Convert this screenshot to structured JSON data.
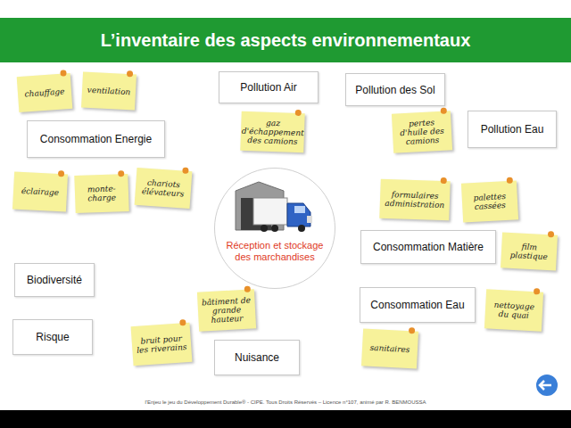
{
  "diagram": {
    "title": "L’inventaire des aspects environnementaux",
    "nodes": [
      {
        "text": [
          "chauffage"
        ]
      },
      {
        "text": [
          "ventilation"
        ]
      },
      {
        "text": [
          "Pollution Air"
        ]
      },
      {
        "text": [
          "Pollution des Sol"
        ]
      },
      {
        "text": [
          "gaz d'échappement des camions"
        ]
      },
      {
        "text": [
          "pertes d'huile des camions"
        ]
      },
      {
        "text": [
          "Pollution Eau"
        ]
      },
      {
        "text": [
          "Consommation Energie"
        ]
      },
      {
        "text": [
          "éclairage"
        ]
      },
      {
        "text": [
          "monte-charge"
        ]
      },
      {
        "text": [
          "chariots élévateurs"
        ]
      },
      {
        "text": [
          "Réception et stockage des marchandises"
        ]
      },
      {
        "text": [
          "formulaires administration"
        ]
      },
      {
        "text": [
          "palettes cassées"
        ]
      },
      {
        "text": [
          "Consommation Matière"
        ]
      },
      {
        "text": [
          "film plastique"
        ]
      },
      {
        "text": [
          "Biodiversité"
        ]
      },
      {
        "text": [
          "bâtiment de grande hauteur"
        ]
      },
      {
        "text": [
          "Consommation Eau"
        ]
      },
      {
        "text": [
          "nettoyage du quai"
        ]
      },
      {
        "text": [
          "Risque"
        ]
      },
      {
        "text": [
          "bruit pour les riverains"
        ]
      },
      {
        "text": [
          "Nuisance"
        ]
      },
      {
        "text": [
          "sanitaires"
        ]
      }
    ],
    "labels": [
      "l'Enjeu le jeu du Développement Durable® - CIPE. Tous Droits Réservés – Licence n°107, animé par R. BENMOUSSA"
    ]
  }
}
